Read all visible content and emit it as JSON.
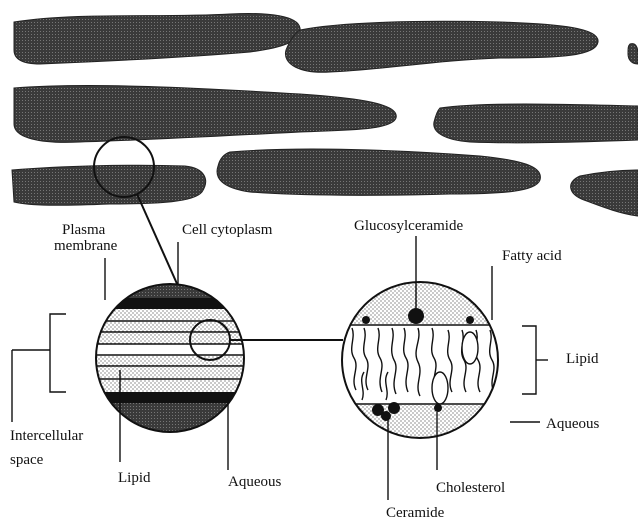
{
  "labels": {
    "plasma_membrane_line1": "Plasma",
    "plasma_membrane_line2": "membrane",
    "cell_cytoplasm": "Cell cytoplasm",
    "glucosylceramide": "Glucosylceramide",
    "fatty_acid": "Fatty acid",
    "lipid_right": "Lipid",
    "aqueous_right": "Aqueous",
    "intercellular_line1": "Intercellular",
    "intercellular_line2": "space",
    "lipid_left": "Lipid",
    "aqueous_left": "Aqueous",
    "cholesterol": "Cholesterol",
    "ceramide": "Ceramide"
  },
  "colors": {
    "cell_fill": "#3a3a3a",
    "ink": "#111111",
    "background": "#ffffff"
  }
}
